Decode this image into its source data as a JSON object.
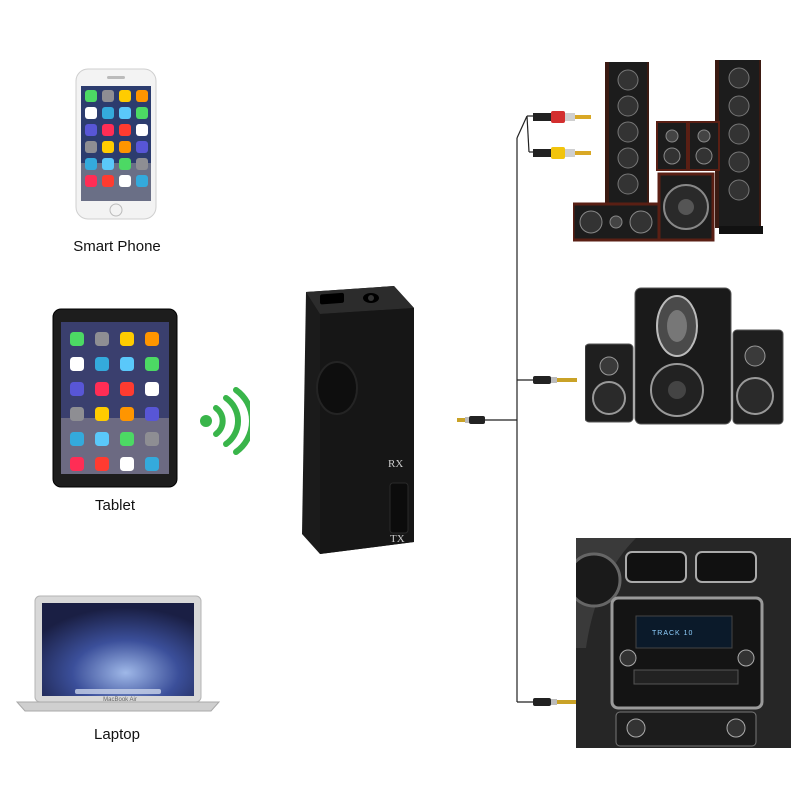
{
  "devices": {
    "phone_label": "Smart Phone",
    "tablet_label": "Tablet",
    "laptop_label": "Laptop",
    "laptop_brand": "MacBook Air"
  },
  "adapter": {
    "rx_label": "RX",
    "tx_label": "TX"
  },
  "car_stereo": {
    "display_text": "TRACK 10"
  },
  "icons": {
    "wireless": "bluetooth-signal-waves-icon",
    "cable": "aux-3.5mm-plug-icon",
    "rca": "rca-plug-icon"
  },
  "colors": {
    "signal_green": "#39b54a",
    "device_black": "#1a1a1a",
    "speaker_wood": "#5a1f14"
  }
}
